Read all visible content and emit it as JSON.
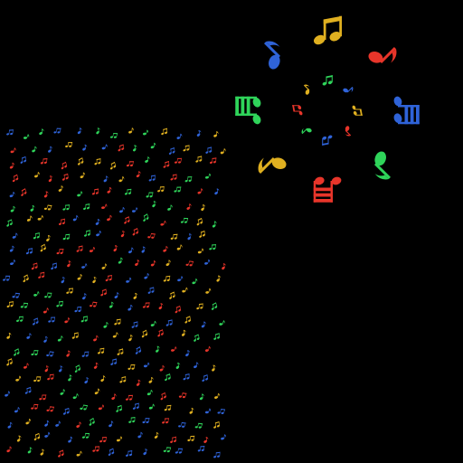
{
  "background": "#000000",
  "palette": {
    "yellow": "#e0b020",
    "red": "#e8352a",
    "blue": "#2f63d8",
    "green": "#2fd45a"
  },
  "outer_ring": [
    {
      "glyph": "beamed-pair",
      "color": "yellow"
    },
    {
      "glyph": "single-eighth",
      "color": "red"
    },
    {
      "glyph": "beamed-triple",
      "color": "blue"
    },
    {
      "glyph": "single-eighth",
      "color": "green"
    },
    {
      "glyph": "beamed-triple",
      "color": "red"
    },
    {
      "glyph": "single-eighth",
      "color": "yellow"
    },
    {
      "glyph": "beamed-triple",
      "color": "green"
    },
    {
      "glyph": "single-eighth",
      "color": "blue"
    }
  ],
  "inner_ring": [
    {
      "glyph": "beamed-pair",
      "color": "green"
    },
    {
      "glyph": "single-eighth",
      "color": "blue"
    },
    {
      "glyph": "beamed-pair",
      "color": "yellow"
    },
    {
      "glyph": "single-eighth",
      "color": "red"
    },
    {
      "glyph": "beamed-pair",
      "color": "blue"
    },
    {
      "glyph": "single-eighth",
      "color": "green"
    },
    {
      "glyph": "beamed-pair",
      "color": "red"
    },
    {
      "glyph": "single-eighth",
      "color": "yellow"
    }
  ],
  "note_field": {
    "colors": [
      "red",
      "yellow",
      "blue",
      "green"
    ],
    "glyphs": [
      "single-eighth",
      "beamed-pair"
    ]
  }
}
